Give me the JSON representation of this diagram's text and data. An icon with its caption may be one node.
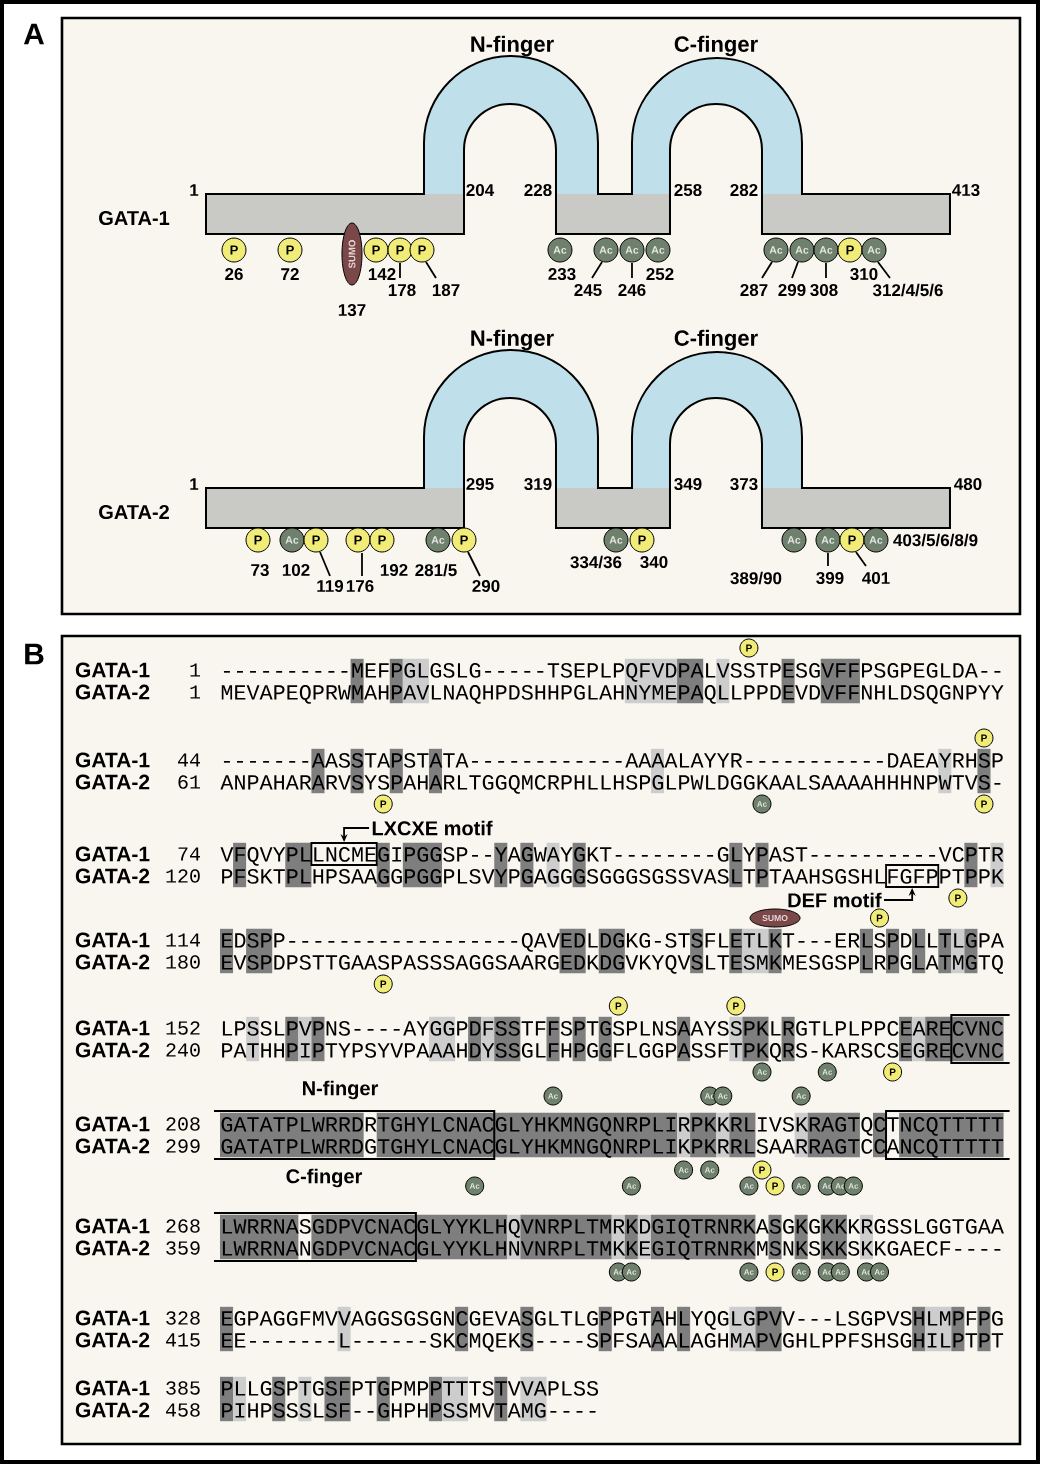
{
  "diagram": {
    "nodes": [
      {
        "text": [
          "LXCXE motif"
        ]
      },
      {
        "text": [],
        "shape": "box"
      },
      {
        "text": [
          "DEF motif"
        ]
      },
      {
        "text": [],
        "shape": "box"
      }
    ],
    "edges": [
      {
        "from": 0,
        "to": 1,
        "arrow": "to"
      },
      {
        "from": 2,
        "to": 3,
        "arrow": "to"
      }
    ],
    "labels": [
      "A",
      "N-finger",
      "C-finger",
      "1",
      "204",
      "228",
      "258",
      "282",
      "413",
      "GATA-1",
      "P",
      "26",
      "P",
      "72",
      "SUMO",
      "137",
      "P",
      "142",
      "P",
      "178",
      "P",
      "187",
      "Ac",
      "233",
      "Ac",
      "245",
      "Ac",
      "246",
      "Ac",
      "252",
      "Ac",
      "287",
      "Ac",
      "299",
      "Ac",
      "308",
      "P",
      "310",
      "Ac",
      "312/4/5/6",
      "N-finger",
      "C-finger",
      "1",
      "295",
      "319",
      "349",
      "373",
      "480",
      "GATA-2",
      "P",
      "73",
      "Ac",
      "102",
      "P",
      "119",
      "P",
      "176",
      "P",
      "192",
      "Ac",
      "281/5",
      "P",
      "290",
      "Ac",
      "334/36",
      "P",
      "340",
      "Ac",
      "389/90",
      "Ac",
      "399",
      "P",
      "401",
      "Ac",
      "403/5/6/8/9",
      "B",
      "P",
      "GATA-1",
      "1",
      "----------MEFPGLGSLG-----TSEPLPQFVDPALVSSTPESGVFFPSGPEGLDA--",
      "GATA-2",
      "1",
      "MEVAPEQPRWMAHPAVLNAQHPDSHHPGLAHNYMEPAQLLPPDEVDVFFNHLDSQGNPYY",
      "P",
      "GATA-1",
      "44",
      "-------AASSTAPSTATA------------AAAALAYYR-----------DAEAYRHSP",
      "GATA-2",
      "61",
      "ANPAHARARVSYSPAHARLTGGQMCRPHLLHSPGLPWLDGGKAALSAAAAHHHNPWTVS-",
      "P",
      "Ac",
      "P",
      "GATA-1",
      "74",
      "VFQVYPLLNCMEGIPGGSP--YAGWAYGKT--------GLYPAST----------VCPTR",
      "GATA-2",
      "120",
      "PFSKTPLHPSAAGGPGGPLSVYPGAGGGSGGGSGSSVASLTPTAAHSGSHLFGFPPTPPK",
      "P",
      "SUMO",
      "P",
      "GATA-1",
      "114",
      "EDSPP------------------QAVEDLDGKG-STSFLETLKT---ERLSPDLLTLGPA",
      "GATA-2",
      "180",
      "EVSPDPSTTGAASPASSSAGGSAARGEDKDGVKYQVSLTESMKMESGSPLRPGLATMGTQ",
      "P",
      "P",
      "P",
      "GATA-1",
      "152",
      "LPSSLPVPNS----AYGGPDFSSTFFSPTGSPLNSAAYSSPKLRGTLPLPPCEARECVNC",
      "GATA-2",
      "240",
      "PATHHPIPTYPSYVPAAAHDYSSGLFHPGGFLGGPASSFTPKQRS-KARSCSEGRECVNC",
      "Ac",
      "Ac",
      "P",
      "N-finger",
      "Ac",
      "Ac",
      "Ac",
      "Ac",
      "GATA-1",
      "208",
      "GATATPLWRRDRTGHYLCNACGLYHKMNGQNRPLIRPKKRLIVSKRAGTQCTNCQTTTTT",
      "GATA-2",
      "299",
      "GATATPLWRRDGTGHYLCNACGLYHKMNGQNRPLIKPKRRLSAARRAGTCCANCQTTTTT",
      "Ac",
      "Ac",
      "P",
      "C-finger",
      "Ac",
      "Ac",
      "Ac",
      "P",
      "Ac",
      "Ac",
      "Ac",
      "Ac",
      "GATA-1",
      "268",
      "LWRRNASGDPVCNACGLYYKLHQVNRPLTMRKDGIQTRNRKASGKGKKKRGSSLGGTGAA",
      "GATA-2",
      "359",
      "LWRRNANGDPVCNACGLYYKLHNVNRPLTMKKEGIQTRNRKMSNKSKKSKKGAECF----",
      "Ac",
      "Ac",
      "Ac",
      "P",
      "Ac",
      "Ac",
      "Ac",
      "Ac",
      "Ac",
      "GATA-1",
      "328",
      "EGPAGGFMVVAGGSGSGNCGEVASGLTLGPPGTAHLYQGLGPVV---LSGPVSHLMPFPG",
      "GATA-2",
      "415",
      "EE-------L------SKCMQEKS----SPFSAAALAGHMAPVGHLPPFSHSGHILPTPT",
      "GATA-1",
      "385",
      "PLLGSPTGSFPTGPMPPTTTSTVVAPLSS",
      "GATA-2",
      "458",
      "PIHPSSSLSF--GHPHPSSMVTAMG----"
    ]
  }
}
